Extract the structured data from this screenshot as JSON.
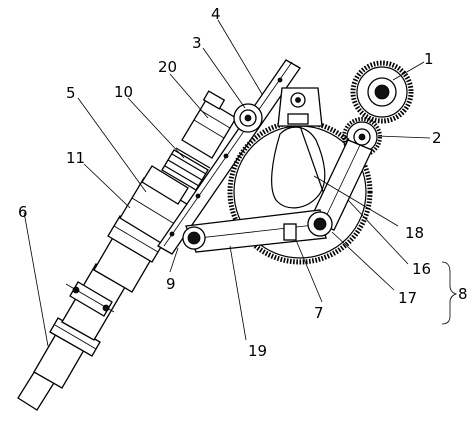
{
  "labels": {
    "l1": "1",
    "l2": "2",
    "l3": "3",
    "l4": "4",
    "l5": "5",
    "l6": "6",
    "l7": "7",
    "l8": "8",
    "l9": "9",
    "l10": "10",
    "l11": "11",
    "l16": "16",
    "l17": "17",
    "l18": "18",
    "l19": "19",
    "l20": "20"
  }
}
